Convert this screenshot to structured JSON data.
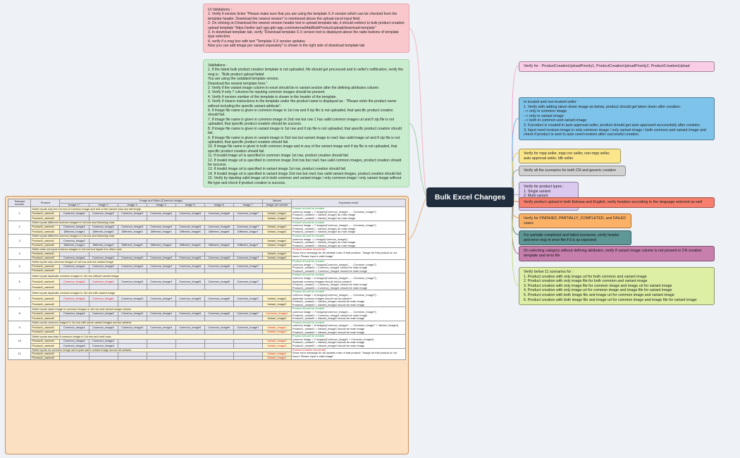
{
  "central_topic": "Bulk Excel Changes",
  "ui_validations": [
    "UI Validations :",
    "1. Verify if version ticker \"Please make sure that you are using the template X.X version which can be checked from the template header. Download the newest version\" is mentioned above the upload excel input field.",
    "2. On clicking on Download the newest version header text in upload template tab, it should redirect to bulk product creation upload template \"https://seller-qa2-qyp.gdn-app.com/external/AddBulkProduct/upload/download-template\"",
    "3. In download template tab, verify \"Download template X.X version text is displayed above the radio buttons of template type selection.",
    "4. verify if a msg box with text \"Template X.X version updates.",
    "Now you can add image per variant separately\" is shown in the right side of download template tab"
  ],
  "validations": [
    "Validations :",
    "1. If the latest bulk product creation template is not uploaded, file should get processed and in seller's notification, verify the msg is : \"Bulk product upload failed",
    "You are using the outdated template version.",
    "Download the newest template here.\"",
    "2. Verify if the variant image column in excel should be in variant section after the defining attributes column.",
    "3. Verify if only 7 columns for inputing common images should be present.",
    "4. Verify if version number of the template is shown in the header of the template.",
    "5. Verify if clearer instructions in the template under the product name is displayed as : \"Please enter the product name without including the specific variant attribute\".",
    "6. If image file name is given in common image in 1st row and if zip file is not uploaded, that specific product creation should fail.",
    "7. If image file name is given in common image in 2nd row but row 1 has valid common images url and if zip file is not uploaded, that specific product creation should be success.",
    "8. If image file name is given in variant image in 1st row and if zip file is not uploaded, that specific product creation should fail.",
    "9. If image file name is given in variant image in 2nd row but variant image in row1 has valid image url and if zip file is not uploaded, that specific product creation should fail.",
    "10. If image file name is given in both common image and in any of the variant image and if zip file is not uploaded, that specific product creation should fail.",
    "11. If invalid image url is specified in common image 1st row, product creation should fail.",
    "12. If invalid image url is specified in common image 2nd row but row1 has valid common images, product creation should be success.",
    "13. If invalid image url is specified in variant image 1st row, product creation should fail.",
    "14. If invalid image url is specified in variant image 2nd row but row1 has valid variant images, product creation should fail.",
    "15. Verify by inputing valid image url in both common and variant image / only common image / only variant image without file type and check if product creation is success."
  ],
  "right_nodes": [
    {
      "lines": [
        "Verify for - ProductCreationUploadPriority1, ProductCreationUploadPriority2, ProductCreationUpload"
      ],
      "bg": "#f9cde6",
      "line": "#f2a6cf"
    },
    {
      "lines": [
        "In trusted and non-trusted seller :",
        "1. Verify with adding taken down image as below, product should get taken down after creation:",
        "--> only in common image",
        "--> only in variant image",
        "--> both in common and variant image",
        "2. If product is created in auto approval seller, product should get auto approved successfully after creation.",
        "3. Input need revision image in only common image / only variant image / both common and variant image and check if product is sent to auto need revision after successful creation."
      ],
      "bg": "#7ec3ea",
      "line": "#64b0e0"
    },
    {
      "lines": [
        "Verify for mpp seller, mpp cnc seller, non-mpp seller, auto approval seller, bfb seller"
      ],
      "bg": "#fbe68c",
      "line": "#f0cf43"
    },
    {
      "lines": [
        "Verify all the scenarios for both CN and generic creation"
      ],
      "bg": "#d2d2d2",
      "line": "#9c9c9c"
    },
    {
      "lines": [
        "Verify for product types :",
        "1. Single variant",
        "2. Multi variant",
        "3. More than 50 variants",
        "4. Missing variants"
      ],
      "bg": "#dcc9ef",
      "line": "#b799dd"
    },
    {
      "lines": [
        "Verify product upload in both Bahasa and English, verify headers according to the language selected as well"
      ],
      "bg": "#f57f6c",
      "line": "#ef6b57"
    },
    {
      "lines": [
        "Verify for FINISHED, PARTIALLY_COMPLETED, and FAILED cases"
      ],
      "bg": "#fbb267",
      "line": "#f59d42"
    },
    {
      "lines": [
        "For partially completed and failed scenarios, verify header and error msg in error file if it is as expected"
      ],
      "bg": "#5f9696",
      "line": "#4f8686"
    },
    {
      "lines": [
        "On selecting category without defining attributes, verify if variant image column is not present in CN creation template and error file"
      ],
      "bg": "#c77fae",
      "line": "#b8679b"
    },
    {
      "lines": [
        "Verify below 11 scenarios for :",
        "1. Product creation with only image url for both common and variant image",
        "2. Product creation with only image file for both common and variant image",
        "3. Product creation with only image file for common image and image url for variant image",
        "4. Product creation with only image url for common image and image file for variant image",
        "5. Product creation with both image file and image url for common image and variant image",
        "6. Product creation with both image file and image url for common image and image file for variant image"
      ],
      "bg": "#dcefa4",
      "line": "#bfe079"
    }
  ],
  "testcase_table": {
    "header_top": [
      "Testcase number",
      "Product",
      "Image and Video (Common Image)",
      "Variant",
      "Expected result"
    ],
    "header_sub": [
      "Image 1 *",
      "Image 2",
      "Image 3",
      "Image 4",
      "Image 5",
      "Image 6",
      "Image 7",
      "Image per variant"
    ],
    "cases": [
      {
        "num": "1",
        "desc": "Seller inputs only the 1st row of common image and rest of the variant rows are left empty",
        "rows": [
          {
            "p": "Product1_variant1",
            "c": [
              "Common_Image1",
              "Common_Image2",
              "Common_Image3",
              "Common_Image4",
              "Common_Image5",
              "Common_Image6",
              "Common_Image7"
            ],
            "v": "Variant_Image1"
          },
          {
            "p": "Product1_variant2",
            "c": [
              "",
              "",
              "",
              "",
              "",
              "",
              ""
            ],
            "v": "Variant_Image2"
          }
        ],
        "status": "Product should be created",
        "exp": [
          "common image = 7 images(Common_Image1.......Common_Image7)",
          "Product1_variant1 = Variant_Image1 as main image",
          "Product1_variant2 = Variant_Image2 as main image"
        ]
      },
      {
        "num": "2",
        "desc": "Seller inputs different common images in 1st row and following rows",
        "rows": [
          {
            "p": "Product1_variant1",
            "c": [
              "Common_Image1",
              "Common_Image2",
              "Common_Image3",
              "Common_Image4",
              "Common_Image5",
              "Common_Image6",
              "Common_Image7"
            ],
            "v": "Variant_Image1"
          },
          {
            "p": "Product1_variant2",
            "c": [
              "Different_Image1",
              "Different_Image2",
              "Different_Image3",
              "Different_Image4",
              "Different_Image5",
              "Different_Image6",
              "Different_Image7"
            ],
            "v": "Variant_Image2"
          }
        ],
        "status": "Product should be created",
        "exp": [
          "common image = 7 images(Common_Image1.......Common_Image7)",
          "Product1_variant1 = Variant_Image1 as main image",
          "Product1_variant2 = Variant_Image2 as main image"
        ]
      },
      {
        "num": "3",
        "desc": "Seller inputs different common images in 1st row and following rows",
        "rows": [
          {
            "p": "Product1_variant1",
            "c": [
              "Common_Image1",
              "",
              "",
              "",
              "",
              "",
              ""
            ],
            "v": "Variant_Image1"
          },
          {
            "p": "Product1_variant2",
            "c": [
              "Different_Image1",
              "Different_Image2",
              "Different_Image3",
              "Different_Image4",
              "Different_Image5",
              "Different_Image6",
              "Different_Image7"
            ],
            "v": "Variant_Image2"
          }
        ],
        "status": "Product should be created",
        "exp": [
          "common image = 1 image(Common_Image1)",
          "Product1_variant1 = Variant_Image1 as main image",
          "Product1_variant2 = Variant_Image2 as main image"
        ]
      },
      {
        "num": "4",
        "desc": "Seller does not input common images in 1st row but inputs it in other rows",
        "rows": [
          {
            "p": "Product1_variant1",
            "c": [
              "",
              "",
              "",
              "",
              "",
              "",
              ""
            ],
            "v": "Variant_Image1"
          },
          {
            "p": "Product1_variant2",
            "c": [
              "Common_Image1",
              "Common_Image2",
              "Common_Image3",
              "Common_Image4",
              "Common_Image5",
              "Common_Image6",
              "Common_Image7"
            ],
            "v": "Variant_Image2"
          }
        ],
        "status": "Product creation should fail",
        "exp": [
          "Show error message for all variants rows of that product: \"Image for this product is not found. Please input a valid image\""
        ]
      },
      {
        "num": "5",
        "desc": "Seller inputs only common images in 1st row and not variant image",
        "rows": [
          {
            "p": "Product1_variant1",
            "c": [
              "Common_Image1",
              "Common_Image2",
              "Common_Image3",
              "Common_Image4",
              "Common_Image5",
              "Common_Image6",
              "Common_Image7"
            ],
            "v": ""
          },
          {
            "p": "Product1_variant2",
            "c": [
              "",
              "",
              "",
              "",
              "",
              "",
              ""
            ],
            "v": ""
          }
        ],
        "status": "Product should be created",
        "exp": [
          "common image = 7 images(Common_Image1.......Common_Image7)",
          "Product1_variant1 = Common_Image1 should be main image",
          "Product1_variant2 = Common_Image1 should be main image"
        ]
      },
      {
        "num": "6",
        "desc": "Seller inputs duplicate common images in 1st row without variant image",
        "rows": [
          {
            "p": "Product1_variant1",
            "c": [
              "Common_Image1",
              "Common_Image1",
              "Common_Image3",
              "Common_Image4",
              "Common_Image5",
              "Common_Image6",
              "Common_Image7"
            ],
            "v": "",
            "red": [
              0,
              1
            ]
          },
          {
            "p": "Product1_variant2",
            "c": [
              "",
              "",
              "",
              "",
              "",
              "",
              ""
            ],
            "v": ""
          }
        ],
        "status": "Product should be created",
        "exp": [
          "common image = 6 images(Common_Image1.......Common_Image7) :",
          "duplicate common images should not be present",
          "Product1_variant1 = Common_Image1 should be main image",
          "Product1_variant2 = Common_Image1 should be main image"
        ]
      },
      {
        "num": "7",
        "desc": "Seller inputs duplicate common images in 1st row with variant image",
        "rows": [
          {
            "p": "Product1_variant1",
            "c": [
              "Common_Image1",
              "Common_Image1",
              "Common_Image3",
              "Common_Image4",
              "Common_Image5",
              "Common_Image6",
              "Common_Image7"
            ],
            "v": "Variant_Image1",
            "red": [
              0,
              1
            ]
          },
          {
            "p": "Product1_variant2",
            "c": [
              "",
              "",
              "",
              "",
              "",
              "",
              ""
            ],
            "v": "Variant_Image2"
          }
        ],
        "status": "Product should be created",
        "exp": [
          "common image = 6 images(Common_Image1.......Common_Image7) :",
          "duplicate common images should not be present",
          "Product1_variant1 = Variant_Image1 should be main image",
          "Product1_variant2 = Variant_Image2 should be main image"
        ]
      },
      {
        "num": "8",
        "desc": "Seller inputs same image in common images in 1st row and variant image column",
        "rows": [
          {
            "p": "Product1_variant1",
            "c": [
              "Common_Image1",
              "Common_Image2",
              "Common_Image3",
              "Common_Image4",
              "Common_Image5",
              "Common_Image6",
              "Common_Image7"
            ],
            "v": "Common_Image1",
            "vred": true
          },
          {
            "p": "Product1_variant2",
            "c": [
              "",
              "",
              "",
              "",
              "",
              "",
              ""
            ],
            "v": "Variant_Image2"
          }
        ],
        "status": "Product should be created",
        "exp": [
          "common image = 7 images(Common_Image1.......Common_Image7)",
          "Product1_variant1 = Common_Image1 should be main image",
          "Product1_variant2 = Variant_Image2 should be main image"
        ]
      },
      {
        "num": "9",
        "desc": "Seller inputs common images in 1st row with same variant images across variants",
        "rows": [
          {
            "p": "Product1_variant1",
            "c": [
              "Common_Image1",
              "Common_Image2",
              "Common_Image3",
              "Common_Image4",
              "Common_Image5",
              "Common_Image6",
              "Common_Image7"
            ],
            "v": "Variant_Image1",
            "vred": true
          },
          {
            "p": "Product1_variant2",
            "c": [
              "",
              "",
              "",
              "",
              "",
              "",
              ""
            ],
            "v": "Variant_Image1",
            "vred": true
          }
        ],
        "status": "Product should be created",
        "exp": [
          "common image = 8 images(Common_Image1.......Common_Image7 + Variant_Image1)",
          "Product1_variant1 = Variant_Image1 should be main image",
          "Product1_variant2 = Variant_Image1 should be main image"
        ]
      },
      {
        "num": "10",
        "desc": "Seller inputs less than 8 common image in 1st row and next rows",
        "rows": [
          {
            "p": "Product1_variant1",
            "c": [
              "Common_Image1",
              "Common_Image2",
              "",
              "",
              "",
              "",
              ""
            ],
            "v": "Variant_Image1",
            "vred": true
          },
          {
            "p": "Product1_variant2",
            "c": [
              "Common_Image3",
              "Common_Image4",
              "",
              "",
              "",
              "",
              ""
            ],
            "v": "Variant_Image2",
            "vred": true
          }
        ],
        "status": "Product should be created",
        "exp": [
          "common image = 2 images(Common_Image1 + Common_Image2)",
          "Product1_variant1 = Variant_Image1 should be main image",
          "Product1_variant2 = Variant_Image2 should be main image"
        ]
      },
      {
        "num": "11",
        "desc": "Seller inputs no common image and inputs same variant image across all variants",
        "rows": [
          {
            "p": "Product1_variant1",
            "c": [
              "",
              "",
              "",
              "",
              "",
              "",
              ""
            ],
            "v": "Variant_Image1",
            "vred": true
          },
          {
            "p": "Product1_variant2",
            "c": [
              "",
              "",
              "",
              "",
              "",
              "",
              ""
            ],
            "v": "Variant_Image1",
            "vred": true
          }
        ],
        "status": "Product creation should fail",
        "exp": [
          "Show error message for all variants rows of that product: \"Image for this product is not found. Please input a valid image\""
        ]
      }
    ]
  }
}
